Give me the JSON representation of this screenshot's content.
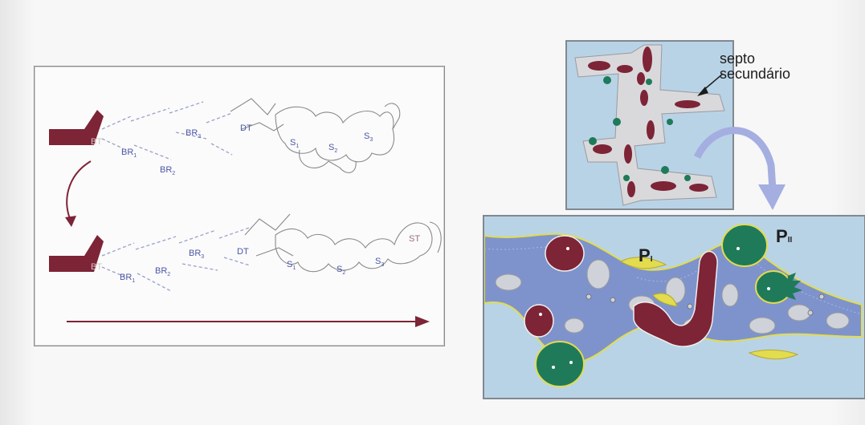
{
  "left_panel": {
    "top_row": {
      "bt": "BT",
      "br1": "BR",
      "br1_sub": "1",
      "br2": "BR",
      "br2_sub": "2",
      "br3": "BR",
      "br3_sub": "3",
      "dt": "DT",
      "s1": "S",
      "s1_sub": "1",
      "s2": "S",
      "s2_sub": "2",
      "s3": "S",
      "s3_sub": "3"
    },
    "bottom_row": {
      "bt": "BT",
      "br1": "BR",
      "br1_sub": "1",
      "br2": "BR",
      "br2_sub": "2",
      "br3": "BR",
      "br3_sub": "3",
      "dt": "DT",
      "s1": "S",
      "s1_sub": "1",
      "s2": "S",
      "s2_sub": "2",
      "s3": "S",
      "s3_sub": "3",
      "st": "ST"
    }
  },
  "annotations": {
    "septo_line1": "septo",
    "septo_line2": "secundário",
    "p1": "P",
    "p1_sub": "I",
    "p2": "P",
    "p2_sub": "II"
  },
  "colors": {
    "maroon": "#7d2436",
    "blue_label": "#4b57a6",
    "tissue_blue": "#7e93cc",
    "teal": "#1f7a5a",
    "yellow_cell": "#e2dc4e",
    "arrow_lavender": "#a5aee0"
  }
}
